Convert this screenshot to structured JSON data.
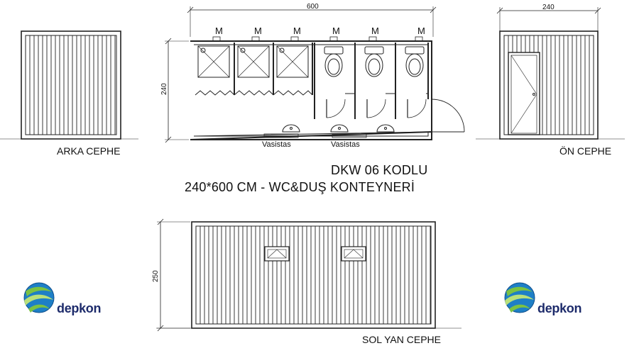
{
  "title": {
    "line1": "DKW 06 KODLU",
    "line2": "240*600 CM - WC&DUŞ KONTEYNERİ"
  },
  "views": {
    "back": "ARKA CEPHE",
    "front": "ÖN CEPHE",
    "left_side": "SOL YAN CEPHE"
  },
  "dimensions": {
    "plan_width": "600",
    "plan_height": "240",
    "front_width": "240",
    "side_height": "250"
  },
  "plan": {
    "fixture_mark": "M",
    "window_label_1": "Vasistas",
    "window_label_2": "Vasistas"
  },
  "brand": {
    "name": "depkon",
    "primary_color": "#1d2b6b",
    "accent_green": "#7cc242",
    "accent_blue": "#1e7fc6"
  },
  "colors": {
    "line": "#222222"
  }
}
